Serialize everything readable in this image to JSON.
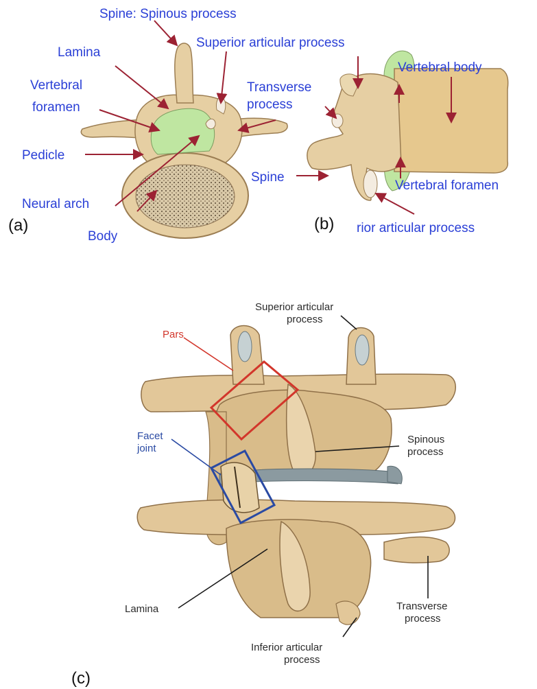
{
  "panels": {
    "a": "(a)",
    "b": "(b)",
    "c": "(c)"
  },
  "panel_a_labels": {
    "spine": "Spine: Spinous process",
    "lamina": "Lamina",
    "vertebral_foramen_line1": "Vertebral",
    "vertebral_foramen_line2": "foramen",
    "pedicle": "Pedicle",
    "neural_arch": "Neural arch",
    "body": "Body"
  },
  "panel_b_labels": {
    "superior_articular": "Superior articular process",
    "vertebral_body": "Vertebral body",
    "transverse_line1": "Transverse",
    "transverse_line2": "process",
    "spine": "Spine",
    "vertebral_foramen": "Vertebral foramen",
    "inferior_articular": "rior articular process"
  },
  "panel_c_labels": {
    "superior_articular_line1": "Superior articular",
    "superior_articular_line2": "process",
    "pars": "Pars",
    "spinous_line1": "Spinous",
    "spinous_line2": "process",
    "facet_line1": "Facet",
    "facet_line2": "joint",
    "lamina": "Lamina",
    "transverse_line1": "Transverse",
    "transverse_line2": "process",
    "inferior_line1": "Inferior articular",
    "inferior_line2": "process"
  },
  "colors": {
    "label_blue": "#2a3fd6",
    "arrow_red": "#9c2233",
    "bone": "#e6cfa3",
    "bone_shadow": "#b99a6a",
    "foramen_green": "#bfe6a1",
    "pars_box": "#d2362b",
    "facet_box": "#2a4aa3"
  }
}
